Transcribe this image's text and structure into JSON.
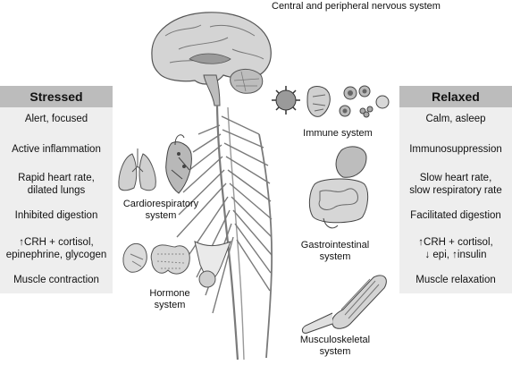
{
  "title": "Central and peripheral nervous system",
  "stressed": {
    "header": "Stressed",
    "items": [
      [
        "Alert, focused"
      ],
      [
        "Active inflammation"
      ],
      [
        "Rapid heart rate,",
        "dilated lungs"
      ],
      [
        "Inhibited digestion"
      ],
      [
        "↑CRH + cortisol,",
        "epinephrine, glycogen"
      ],
      [
        "Muscle contraction"
      ]
    ]
  },
  "relaxed": {
    "header": "Relaxed",
    "items": [
      [
        "Calm, asleep"
      ],
      [
        "Immunosuppression"
      ],
      [
        "Slow heart rate,",
        "slow respiratory rate"
      ],
      [
        "Facilitated digestion"
      ],
      [
        "↑CRH + cortisol,",
        "↓ epi, ↑insulin"
      ],
      [
        "Muscle relaxation"
      ]
    ]
  },
  "systems": {
    "cardio": [
      "Cardiorespiratory",
      "system"
    ],
    "hormone": [
      "Hormone",
      "system"
    ],
    "immune": [
      "Immune system"
    ],
    "gastro": [
      "Gastrointestinal",
      "system"
    ],
    "musculo": [
      "Musculoskeletal",
      "system"
    ]
  },
  "colors": {
    "panel_bg": "#eeeeee",
    "header_bg": "#bcbcbc",
    "illustration_fill": "#cfcfcf",
    "illustration_dark": "#8a8a8a"
  },
  "icons": [
    "brain-icon",
    "spinal-cord-icon",
    "lungs-icon",
    "heart-icon",
    "thyroid-icon",
    "pituitary-icon",
    "immune-cells-icon",
    "stomach-intestines-icon",
    "muscle-icon"
  ]
}
